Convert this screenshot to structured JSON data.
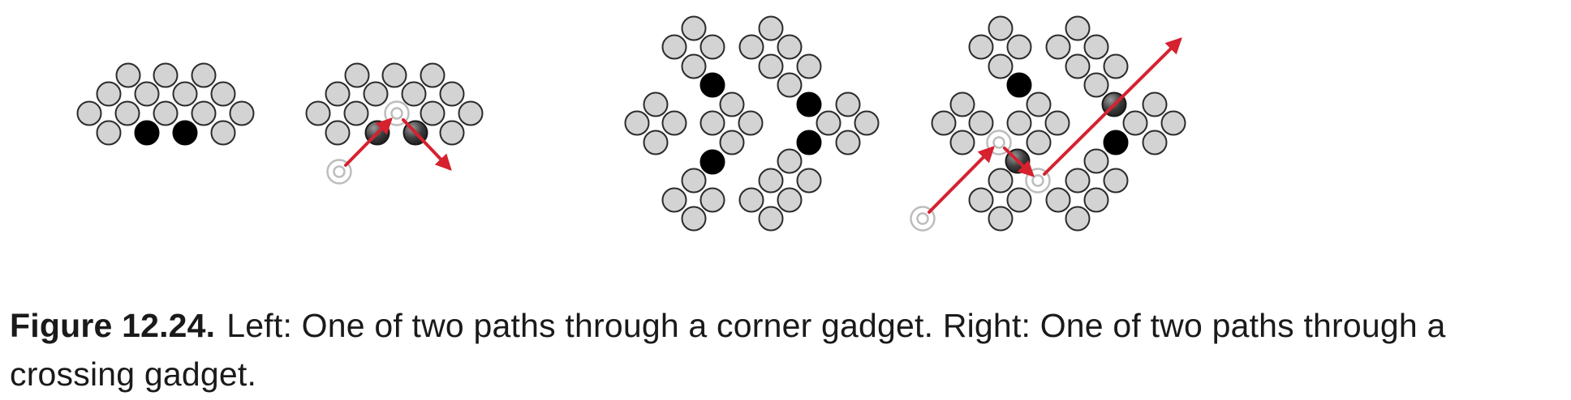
{
  "caption": {
    "label": "Figure 12.24.",
    "text": "Left: One of two paths through a corner gadget. Right: One of two paths through a crossing gadget."
  },
  "colors": {
    "disk_fill": "#d3d3d3",
    "disk_stroke": "#2b2b2b",
    "black_disk": "#000000",
    "arrow": "#d6212f",
    "ghost_ring": "#bdbdbd"
  },
  "panels": [
    {
      "id": "corner-gadget",
      "type": "disk-arrangement"
    },
    {
      "id": "corner-gadget-path",
      "type": "disk-arrangement-with-path"
    },
    {
      "id": "crossing-gadget",
      "type": "disk-arrangement"
    },
    {
      "id": "crossing-gadget-path",
      "type": "disk-arrangement-with-path"
    }
  ]
}
